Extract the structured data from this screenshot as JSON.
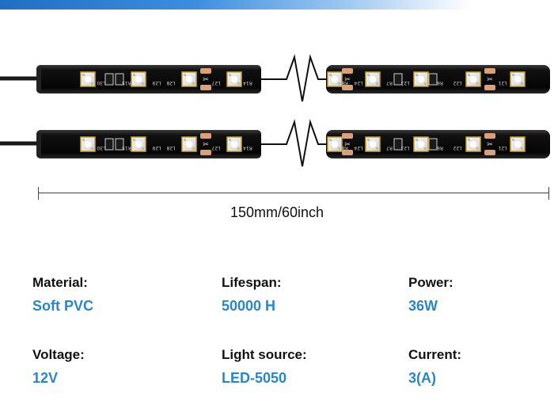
{
  "measurement": {
    "label": "150mm/60inch"
  },
  "strip_labels": {
    "left": [
      "L30",
      "R15",
      "L29",
      "L28",
      "L27",
      "R14"
    ],
    "right": [
      "R8",
      "L24",
      "R7",
      "L23",
      "R6",
      "L22",
      "L21"
    ]
  },
  "specs": [
    {
      "key": "material",
      "label": "Material:",
      "value": "Soft PVC"
    },
    {
      "key": "lifespan",
      "label": "Lifespan:",
      "value": "50000 H"
    },
    {
      "key": "power",
      "label": "Power:",
      "value": "36W"
    },
    {
      "key": "voltage",
      "label": "Voltage:",
      "value": "12V"
    },
    {
      "key": "light-source",
      "label": "Light source:",
      "value": "LED-5050"
    },
    {
      "key": "current",
      "label": "Current:",
      "value": "3(A)"
    }
  ],
  "colors": {
    "value_text": "#2a86c8",
    "top_bar": "#1f6fc4",
    "strip_body": "#0c0c0c"
  }
}
